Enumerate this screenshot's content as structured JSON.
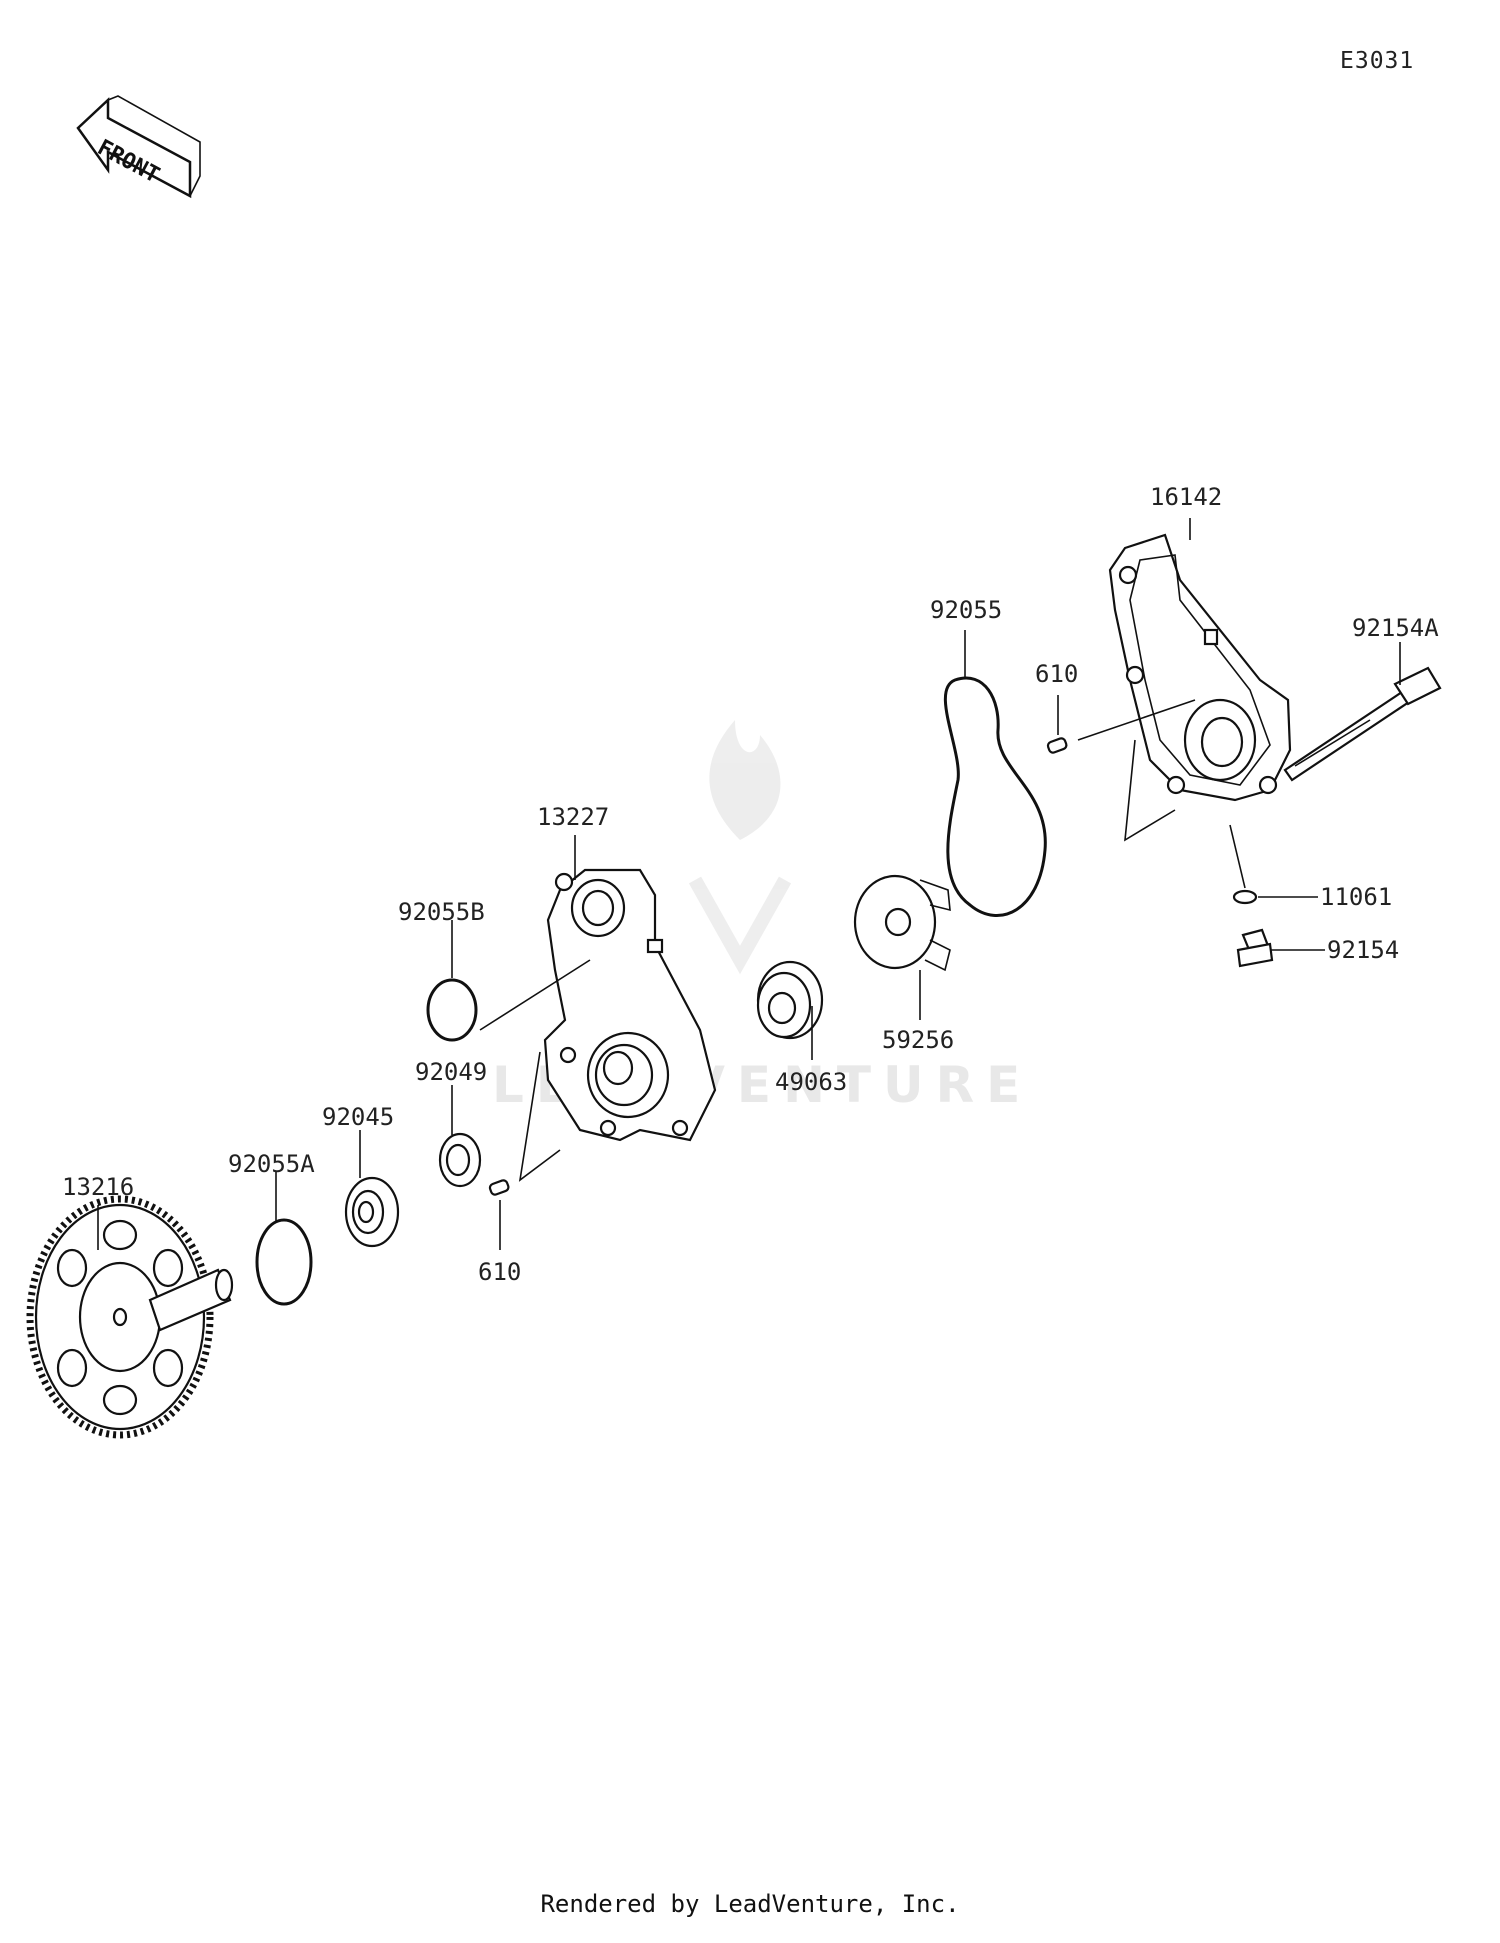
{
  "diagram_code": "E3031",
  "front_label": "FRONT",
  "watermark": "LEADVENTURE",
  "footer": "Rendered by LeadVenture, Inc.",
  "callouts": {
    "c13216": "13216",
    "c92055A": "92055A",
    "c92045": "92045",
    "c92049": "92049",
    "c610_lower": "610",
    "c92055B": "92055B",
    "c13227": "13227",
    "c49063": "49063",
    "c59256": "59256",
    "c92055": "92055",
    "c610_upper": "610",
    "c16142": "16142",
    "c92154A": "92154A",
    "c11061": "11061",
    "c92154": "92154"
  }
}
